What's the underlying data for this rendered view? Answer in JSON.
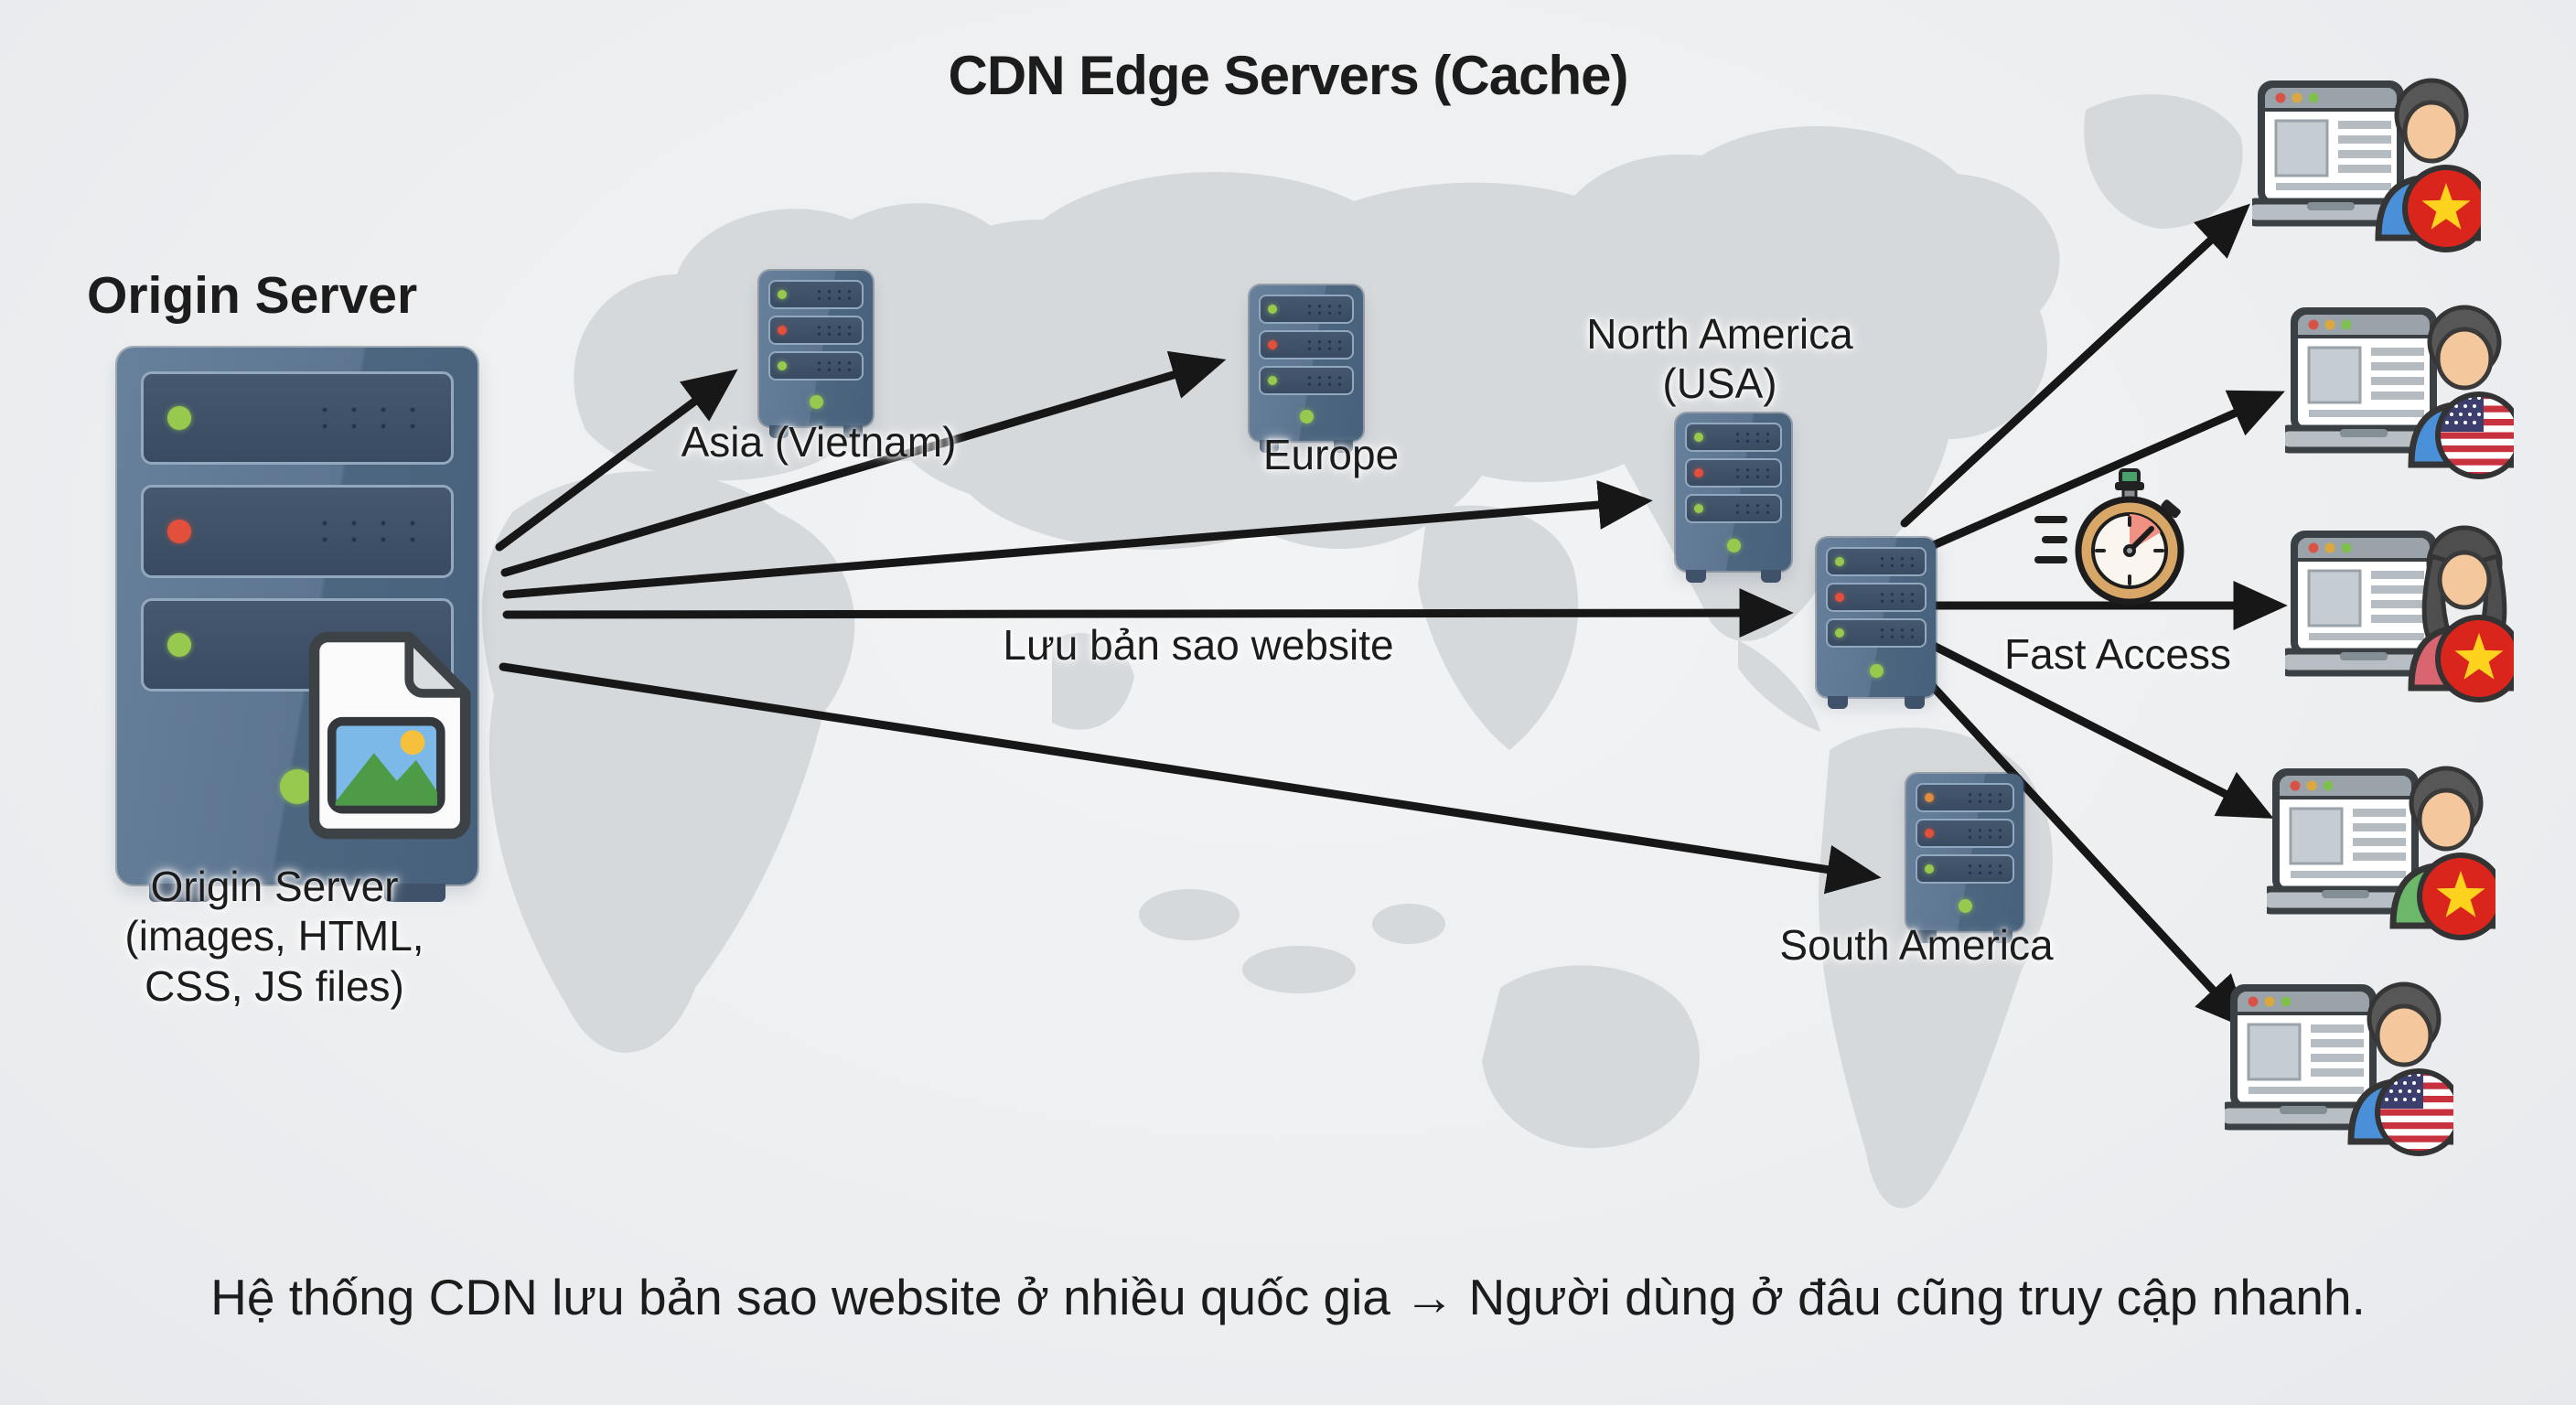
{
  "title": "CDN Edge Servers (Cache)",
  "origin_server": {
    "heading": "Origin Server",
    "caption": [
      "Origin Server",
      "(images, HTML,",
      "CSS, JS files)"
    ]
  },
  "edge_servers": {
    "asia": {
      "label": "Asia (Vietnam)"
    },
    "europe": {
      "label": "Europe"
    },
    "north_america": {
      "line1": "North America",
      "line2": "(USA)"
    },
    "central_hub": {
      "label": ""
    },
    "south_america": {
      "label": "South America"
    }
  },
  "annotations": {
    "copy_label": "Lưu bản sao website",
    "fast_access_label": "Fast Access"
  },
  "users": [
    {
      "flag": "vietnam",
      "shirt": "#4a90d9"
    },
    {
      "flag": "usa",
      "shirt": "#4a90d9"
    },
    {
      "flag": "vietnam",
      "shirt": "#d96570"
    },
    {
      "flag": "vietnam",
      "shirt": "#6cb86a"
    },
    {
      "flag": "usa",
      "shirt": "#4a90d9"
    }
  ],
  "footer": "Hệ thống CDN lưu bản sao website ở nhiều quốc gia → Người dùng ở đâu cũng truy cập nhanh.",
  "icons": {
    "origin-server-icon": "large server tower with green/red/green LEDs",
    "edge-server-icon": "small server tower with status LEDs",
    "file-image-icon": "document page with image thumbnail",
    "stopwatch-icon": "gold stopwatch with red sector and speed lines",
    "laptop-browser-icon": "laptop showing webpage",
    "user-icon": "person bust",
    "vietnam-flag-icon": "red circle with yellow star",
    "usa-flag-icon": "stars and stripes circle",
    "arrow-icon": "black connection arrow"
  },
  "colors": {
    "background": "#eef0f1",
    "world_map": "#d6d9dc",
    "server_body": "#5d7590",
    "server_slot": "#3c4e64",
    "led_green": "#97c94f",
    "led_red": "#e2503b",
    "led_orange": "#e08b3f",
    "arrow": "#171717",
    "text": "#1c1c1c",
    "vietnam_flag_red": "#da251d",
    "vietnam_star_yellow": "#ffd21e",
    "usa_canton_blue": "#3c3e6e",
    "usa_stripe_red": "#c8313e",
    "stopwatch_gold": "#d8a767",
    "stopwatch_sector_red": "#f09183",
    "skin": "#f4c79c",
    "shirt_blue": "#4a90d9",
    "shirt_red": "#d96570",
    "shirt_green": "#6cb86a"
  }
}
